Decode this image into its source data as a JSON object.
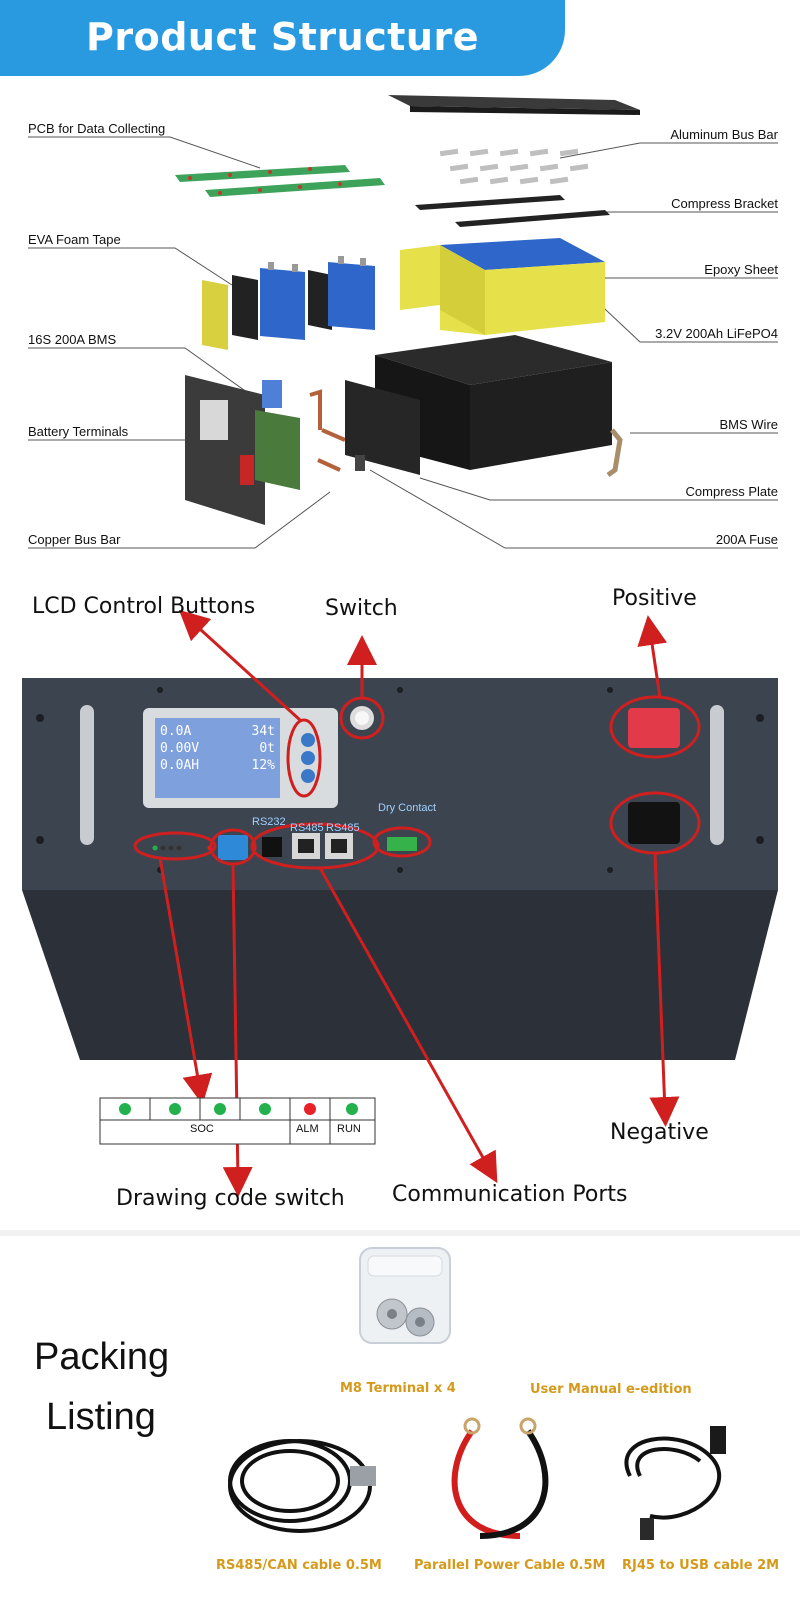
{
  "banner": {
    "title": "Product Structure"
  },
  "structure": {
    "left_labels": [
      "PCB for Data Collecting",
      "EVA Foam Tape",
      "16S  200A  BMS",
      "Battery Terminals",
      "Copper Bus Bar"
    ],
    "right_labels": [
      "Aluminum Bus Bar",
      "Compress Bracket",
      "Epoxy Sheet",
      "3.2V 200Ah LiFePO4",
      "BMS Wire",
      "Compress Plate",
      "200A Fuse"
    ]
  },
  "front_panel": {
    "callouts": {
      "lcd_buttons": "LCD Control Buttons",
      "switch": "Switch",
      "positive": "Positive",
      "negative": "Negative",
      "dip_switch": "Drawing code switch",
      "ports": "Communication Ports"
    },
    "panel_labels": {
      "rs232": "RS232",
      "rs485_a": "RS485",
      "rs485_b": "RS485",
      "dry_contact": "Dry Contact"
    },
    "lcd": {
      "row1_left": "0.0A",
      "row1_right": "34t",
      "row2_left": "0.00V",
      "row2_right": "0t",
      "row3_left": "0.0AH",
      "row3_right": "12%"
    },
    "led_table": {
      "soc_label": "SOC",
      "alm_label": "ALM",
      "run_label": "RUN",
      "led_colors": [
        "#22b14c",
        "#22b14c",
        "#22b14c",
        "#22b14c",
        "#e8202a",
        "#22b14c"
      ]
    }
  },
  "packing": {
    "title_line1": "Packing",
    "title_line2": "Listing",
    "items": {
      "terminal": "M8 Terminal x 4",
      "manual": "User Manual e-edition",
      "can_cable": "RS485/CAN cable 0.5M",
      "power_cable": "Parallel Power Cable 0.5M",
      "usb_cable": "RJ45 to USB cable 2M"
    }
  },
  "colors": {
    "banner": "#2a9ae0",
    "callout_red": "#d01f1f",
    "label_gold": "#d59a1c",
    "cell_blue": "#2f66c9",
    "epoxy_yellow": "#e6e04a"
  }
}
